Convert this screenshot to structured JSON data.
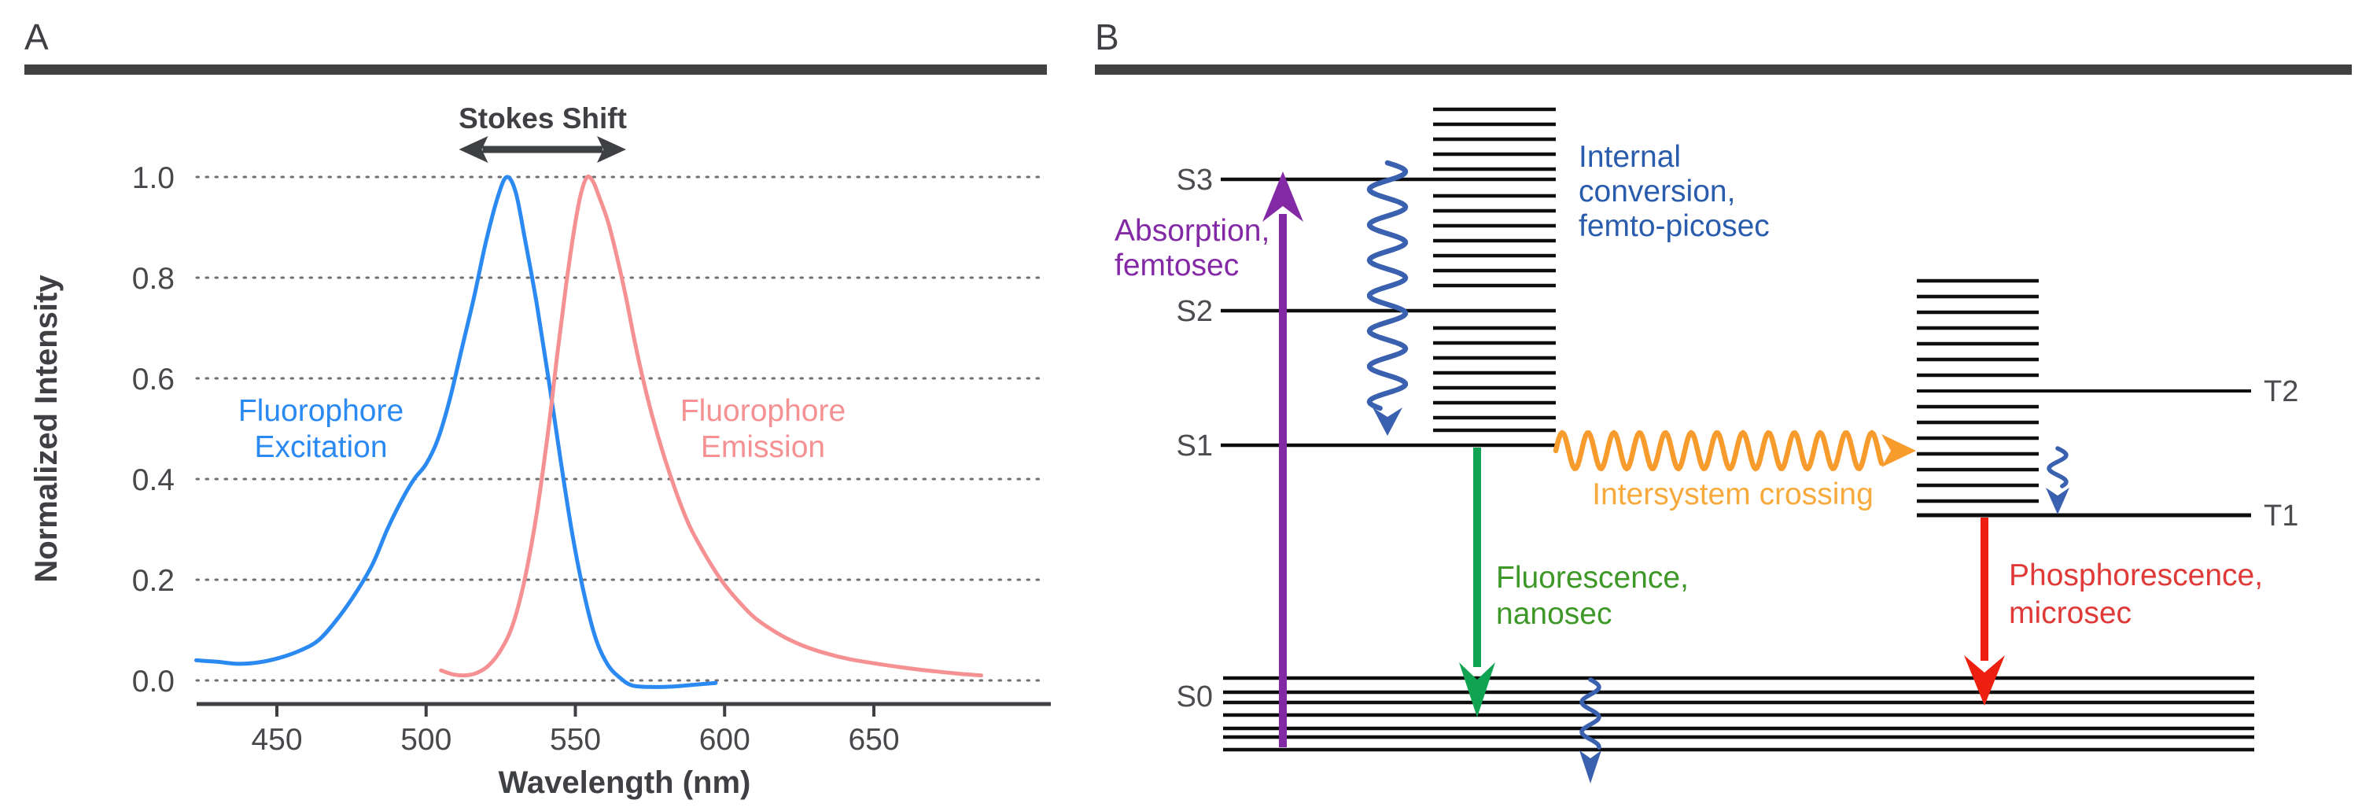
{
  "panelA": {
    "label": "A",
    "stokes_shift_label": "Stokes Shift",
    "excitation_label": [
      "Fluorophore",
      "Excitation"
    ],
    "emission_label": [
      "Fluorophore",
      "Emission"
    ],
    "colors": {
      "excitation": "#2B89F2",
      "emission": "#F59192",
      "axis": "#3F4043",
      "tick_text": "#47484B",
      "grid": "#6F6F6F",
      "header_bar": "#414141",
      "annotation": "#3F4043"
    }
  },
  "chart_data": {
    "type": "line",
    "title": "",
    "xlabel": "Wavelength (nm)",
    "ylabel": "Normalized Intensity",
    "xlim": [
      422,
      709
    ],
    "ylim": [
      -0.05,
      1.08
    ],
    "x_ticks": [
      450,
      500,
      550,
      600,
      650
    ],
    "y_ticks": [
      0.0,
      0.2,
      0.4,
      0.6,
      0.8,
      1.0
    ],
    "grid": "horizontal-dotted",
    "legend": "none",
    "series": [
      {
        "name": "Fluorophore Excitation",
        "color": "#2B89F2",
        "peak_nm": 527,
        "x": [
          423,
          430,
          437,
          444,
          451,
          458,
          464,
          470,
          476,
          482,
          487,
          492,
          496,
          500,
          504,
          508,
          512,
          516,
          520,
          524,
          527,
          530,
          533,
          537,
          541,
          545,
          549,
          553,
          557,
          561,
          565,
          569,
          575,
          583,
          591,
          597
        ],
        "y": [
          0.04,
          0.037,
          0.033,
          0.036,
          0.045,
          0.06,
          0.08,
          0.12,
          0.17,
          0.23,
          0.3,
          0.36,
          0.4,
          0.43,
          0.48,
          0.56,
          0.66,
          0.76,
          0.87,
          0.96,
          1.0,
          0.97,
          0.88,
          0.75,
          0.6,
          0.44,
          0.29,
          0.17,
          0.08,
          0.03,
          0.005,
          -0.01,
          -0.013,
          -0.012,
          -0.008,
          -0.005
        ]
      },
      {
        "name": "Fluorophore Emission",
        "color": "#F59192",
        "peak_nm": 553,
        "x": [
          505,
          509,
          513,
          517,
          521,
          525,
          529,
          533,
          537,
          541,
          544,
          547,
          550,
          552,
          554,
          556,
          558,
          561,
          564,
          567,
          570,
          573,
          576,
          580,
          584,
          588,
          592,
          596,
          600,
          605,
          610,
          616,
          622,
          628,
          635,
          642,
          650,
          658,
          666,
          674,
          681,
          686
        ],
        "y": [
          0.02,
          0.012,
          0.01,
          0.015,
          0.03,
          0.06,
          0.11,
          0.2,
          0.33,
          0.5,
          0.65,
          0.79,
          0.91,
          0.97,
          1.0,
          0.99,
          0.96,
          0.91,
          0.84,
          0.76,
          0.67,
          0.59,
          0.52,
          0.44,
          0.37,
          0.31,
          0.265,
          0.225,
          0.19,
          0.155,
          0.125,
          0.1,
          0.08,
          0.065,
          0.052,
          0.042,
          0.034,
          0.027,
          0.021,
          0.016,
          0.012,
          0.01
        ]
      }
    ],
    "annotations": [
      {
        "type": "double-arrow",
        "label": "Stokes Shift",
        "x_from_nm": 511,
        "x_to_nm": 567,
        "y_position": "above 1.0 gridline"
      }
    ]
  },
  "panelB": {
    "label": "B",
    "levels": {
      "s3": "S3",
      "s2": "S2",
      "s1": "S1",
      "s0": "S0",
      "t2": "T2",
      "t1": "T1"
    },
    "transitions": {
      "absorption": [
        "Absorption,",
        "femtosec"
      ],
      "internal_conversion": [
        "Internal",
        "conversion,",
        "femto-picosec"
      ],
      "intersystem_crossing": "Intersystem crossing",
      "fluorescence": [
        "Fluorescence,",
        "nanosec"
      ],
      "phosphorescence": [
        "Phosphorescence,",
        "microsec"
      ]
    },
    "colors": {
      "level_line": "#0E0E0E",
      "level_label": "#4A4C50",
      "absorption": "#8429A5",
      "internal_conversion_text": "#2A5CAD",
      "vibrational_wave": "#3A60B0",
      "intersystem_wave": "#F89B2D",
      "intersystem_text": "#F7A93C",
      "fluorescence_arrow": "#10A351",
      "fluorescence_text": "#3D9827",
      "phosphorescence_arrow": "#ED1F10",
      "phosphorescence_text": "#E03A38",
      "header_bar": "#414141"
    }
  }
}
